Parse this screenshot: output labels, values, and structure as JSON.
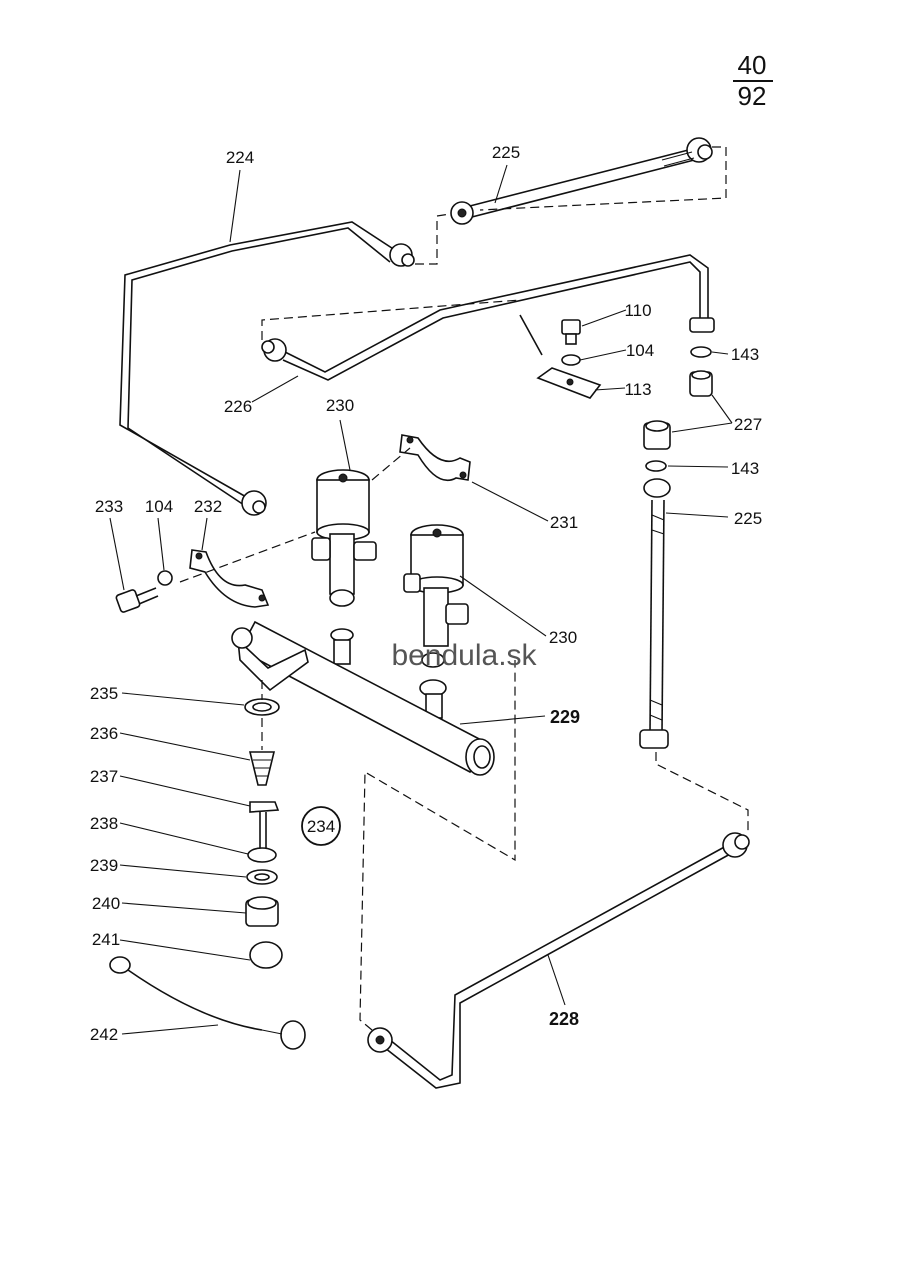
{
  "page": {
    "number_top": "40",
    "number_bottom": "92"
  },
  "watermark": "bendula.sk",
  "callouts": {
    "p224": "224",
    "p225_top": "225",
    "p226": "226",
    "p110": "110",
    "p104_right": "104",
    "p143_upper": "143",
    "p113": "113",
    "p227": "227",
    "p230_left": "230",
    "p143_lower": "143",
    "p231": "231",
    "p225_right": "225",
    "p233": "233",
    "p104_left": "104",
    "p232": "232",
    "p230_right": "230",
    "p229": "229",
    "p235": "235",
    "p236": "236",
    "p237": "237",
    "p238": "238",
    "p234": "234",
    "p239": "239",
    "p240": "240",
    "p241": "241",
    "p228": "228",
    "p242": "242"
  }
}
